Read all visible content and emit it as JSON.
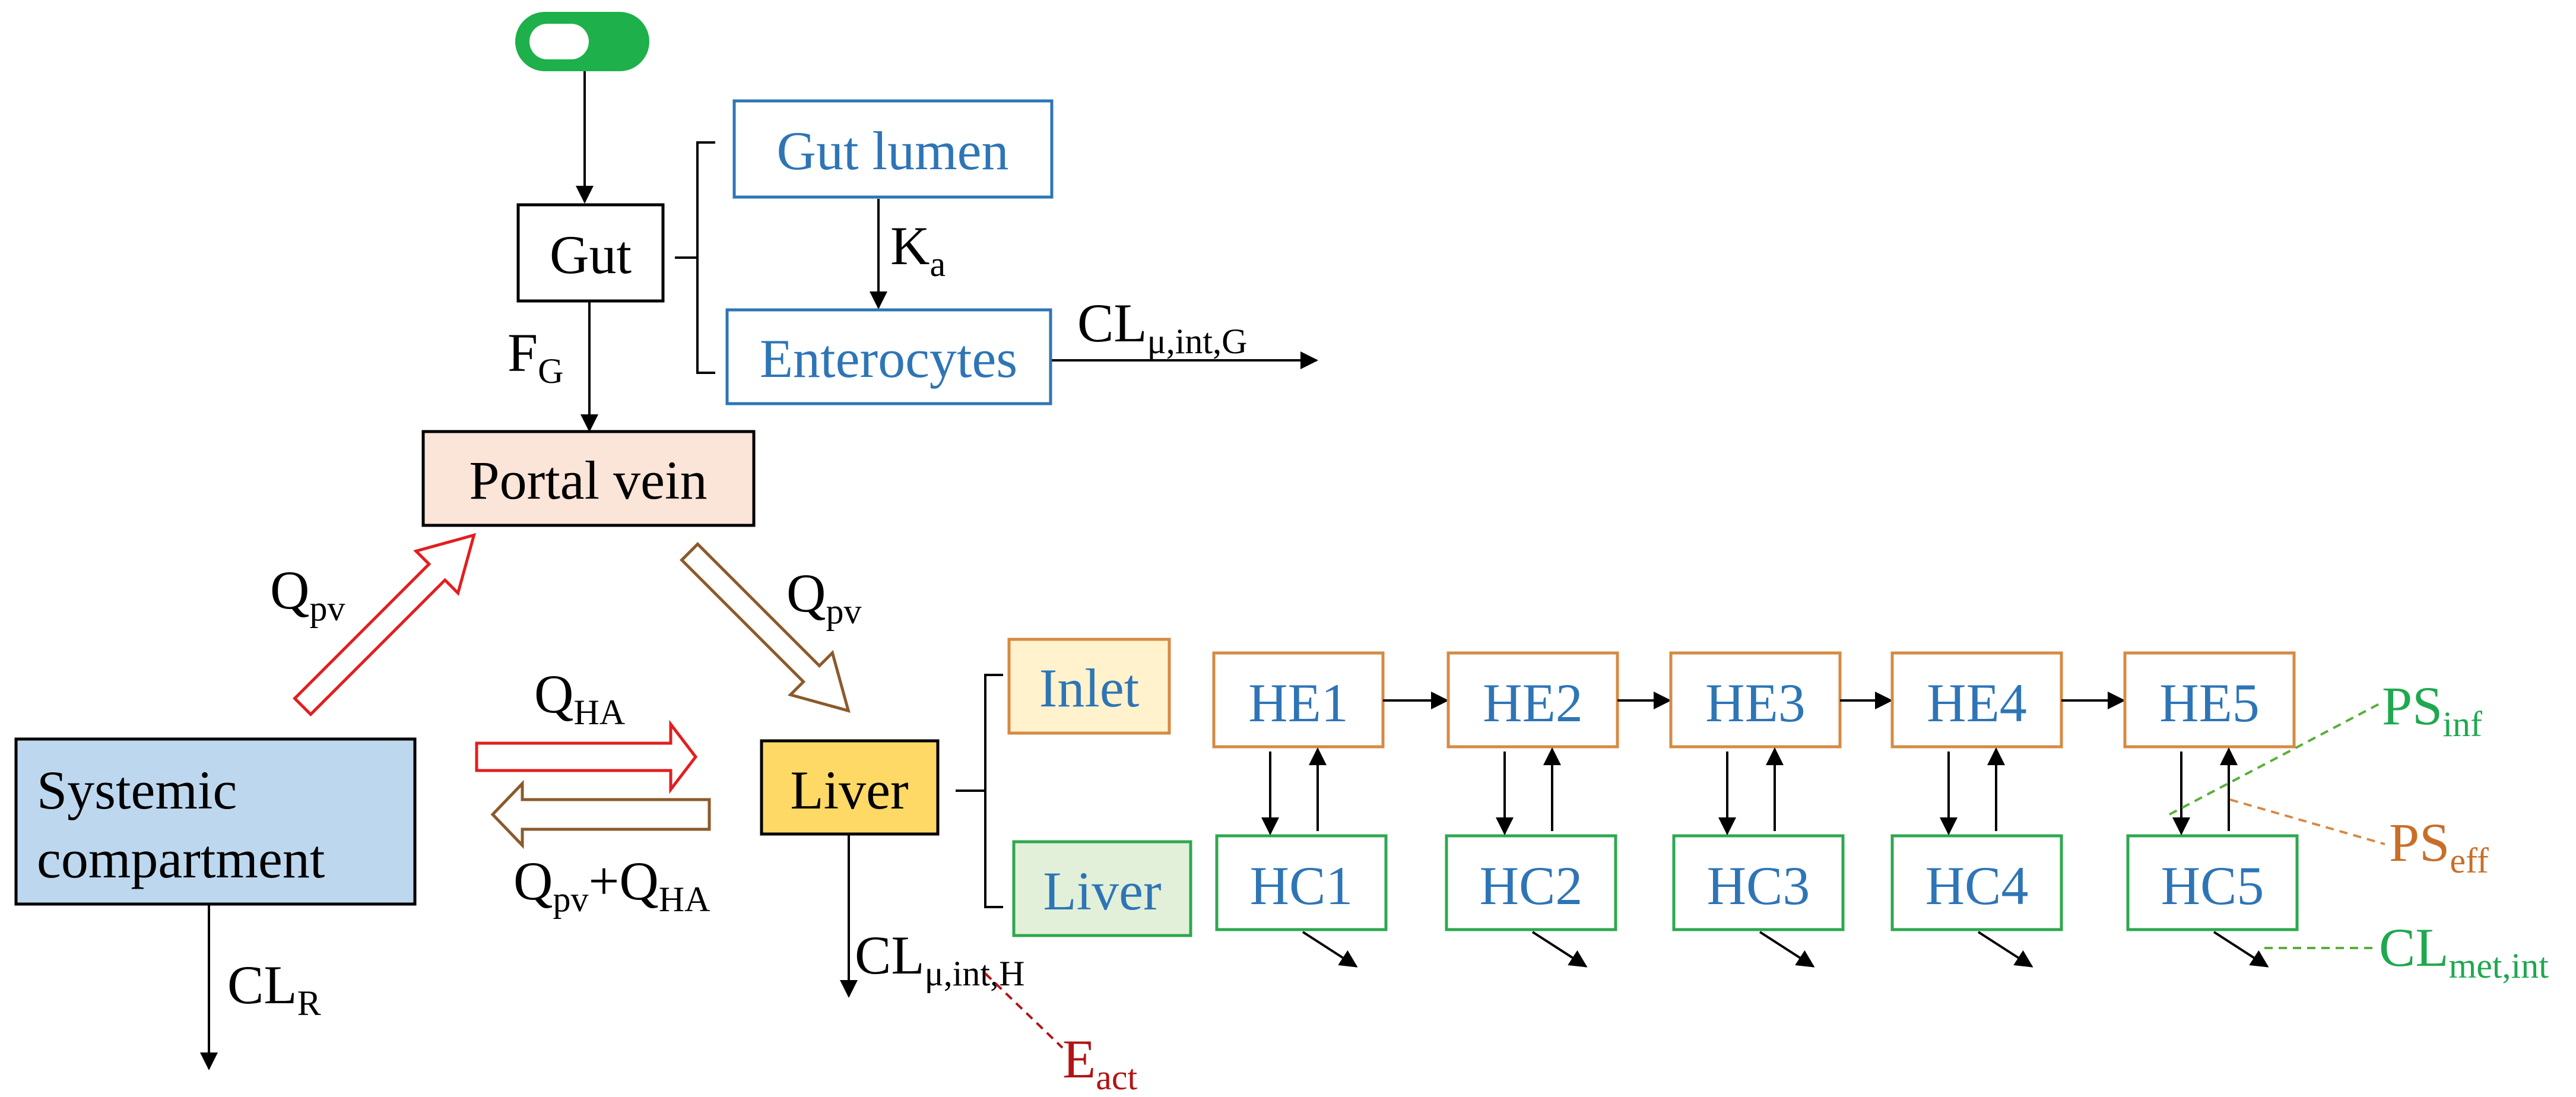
{
  "colors": {
    "black": "#000000",
    "blue_text": "#2E75B6",
    "blue_border": "#2E75B6",
    "orange_border": "#D68A43",
    "green_border": "#2EA84F",
    "green_text": "#1FA84F",
    "orange_text": "#C86E28",
    "red_text": "#B01515",
    "red_arrow": "#E31E1E",
    "brown_arrow": "#8B5A2B",
    "portal_fill": "#FBE4D8",
    "systemic_fill": "#BDD7EE",
    "liver_fill": "#FFD966",
    "inlet_fill": "#FFF2CC",
    "liverzone_fill": "#E2F0D9",
    "pill_green": "#1DB04B"
  },
  "icons": {
    "pill": "pill-icon"
  },
  "boxes": {
    "gut": "Gut",
    "gut_lumen": "Gut lumen",
    "enterocytes": "Enterocytes",
    "portal_vein": "Portal vein",
    "systemic_line1": "Systemic",
    "systemic_line2": "compartment",
    "liver": "Liver",
    "inlet": "Inlet",
    "liver_zone": "Liver",
    "he": [
      "HE1",
      "HE2",
      "HE3",
      "HE4",
      "HE5"
    ],
    "hc": [
      "HC1",
      "HC2",
      "HC3",
      "HC4",
      "HC5"
    ]
  },
  "labels": {
    "ka": {
      "main": "K",
      "sub": "a"
    },
    "fg": {
      "main": "F",
      "sub": "G"
    },
    "cl_gut": {
      "main": "CL",
      "sub": "μ,int,G"
    },
    "qpv_left": {
      "main": "Q",
      "sub": "pv"
    },
    "qpv_right": {
      "main": "Q",
      "sub": "pv"
    },
    "qha": {
      "main": "Q",
      "sub": "HA"
    },
    "qpv_qha": {
      "main1": "Q",
      "sub1": "pv",
      "plus": "+Q",
      "sub2": "HA"
    },
    "clr": {
      "main": "CL",
      "sub": "R"
    },
    "cl_liver": {
      "main": "CL",
      "sub": "μ,int,H"
    },
    "eact": {
      "main": "E",
      "sub": "act"
    },
    "ps_inf": {
      "main": "PS",
      "sub": "inf"
    },
    "ps_eff": {
      "main": "PS",
      "sub": "eff"
    },
    "cl_met": {
      "main": "CL",
      "sub": "met,int"
    }
  }
}
